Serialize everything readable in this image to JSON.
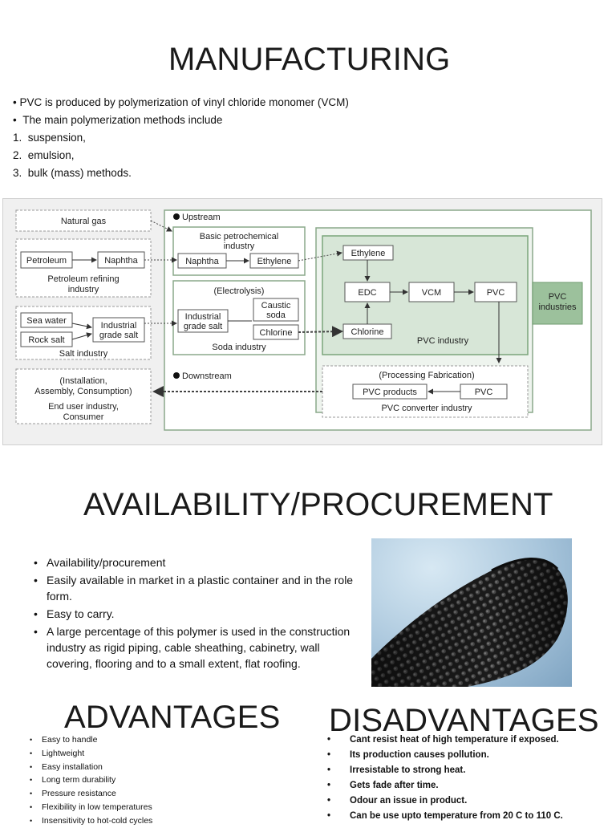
{
  "manufacturing": {
    "title": "MANUFACTURING",
    "bullets": [
      "PVC is produced by polymerization of vinyl chloride monomer (VCM)",
      "The main polymerization methods include"
    ],
    "numbered": [
      {
        "n": "1.",
        "text": "suspension,"
      },
      {
        "n": "2.",
        "text": "emulsion,"
      },
      {
        "n": "3.",
        "text": "bulk (mass) methods."
      }
    ]
  },
  "diagram": {
    "natural_gas": "Natural gas",
    "upstream": "Upstream",
    "downstream": "Downstream",
    "petroleum": "Petroleum",
    "naphtha_left": "Naphtha",
    "petroleum_refining_1": "Petroleum refining",
    "petroleum_refining_2": "industry",
    "basic_petro_1": "Basic petrochemical",
    "basic_petro_2": "industry",
    "naphtha_mid": "Naphtha",
    "ethylene_mid": "Ethylene",
    "electrolysis": "(Electrolysis)",
    "industrial_salt_1": "Industrial",
    "industrial_salt_2": "grade salt",
    "caustic_1": "Caustic",
    "caustic_2": "soda",
    "chlorine_mid": "Chlorine",
    "soda_industry": "Soda industry",
    "sea_water": "Sea water",
    "rock_salt": "Rock salt",
    "ind_grade_1": "Industrial",
    "ind_grade_2": "grade salt",
    "salt_industry": "Salt industry",
    "ethylene_right": "Ethylene",
    "edc": "EDC",
    "vcm": "VCM",
    "pvc": "PVC",
    "chlorine_right": "Chlorine",
    "pvc_industry": "PVC industry",
    "pvc_industries_1": "PVC",
    "pvc_industries_2": "industries",
    "processing": "(Processing Fabrication)",
    "pvc_products": "PVC products",
    "pvc_box": "PVC",
    "pvc_converter": "PVC converter industry",
    "installation_1": "(Installation,",
    "installation_2": "Assembly, Consumption)",
    "end_user_1": "End user industry,",
    "end_user_2": "Consumer"
  },
  "availability": {
    "title": "AVAILABILITY/PROCUREMENT",
    "bullets": [
      "Availability/procurement",
      "Easily available in market in a plastic container and in the role form.",
      "Easy to carry.",
      "A large percentage of this polymer is used in the construction industry as rigid piping, cable sheathing, cabinetry, wall covering, flooring and to a small extent, flat roofing."
    ]
  },
  "advantages": {
    "title": "ADVANTAGES",
    "bullets": [
      "Easy to handle",
      "Lightweight",
      "Easy installation",
      "Long term durability",
      "Pressure resistance",
      "Flexibility in low temperatures",
      "Insensitivity to hot-cold cycles"
    ]
  },
  "disadvantages": {
    "title": "DISADVANTAGES",
    "bullets": [
      "Cant resist heat of high temperature if exposed.",
      "Its production causes pollution.",
      " Irresistable to strong heat.",
      " Gets fade after time.",
      "Odour an issue in product.",
      " Can be use upto temperature from 20 C to 110 C."
    ]
  },
  "colors": {
    "green_fill": "#e1ece1",
    "green_dark": "#9cc19c",
    "green_border": "#7aa57a"
  }
}
